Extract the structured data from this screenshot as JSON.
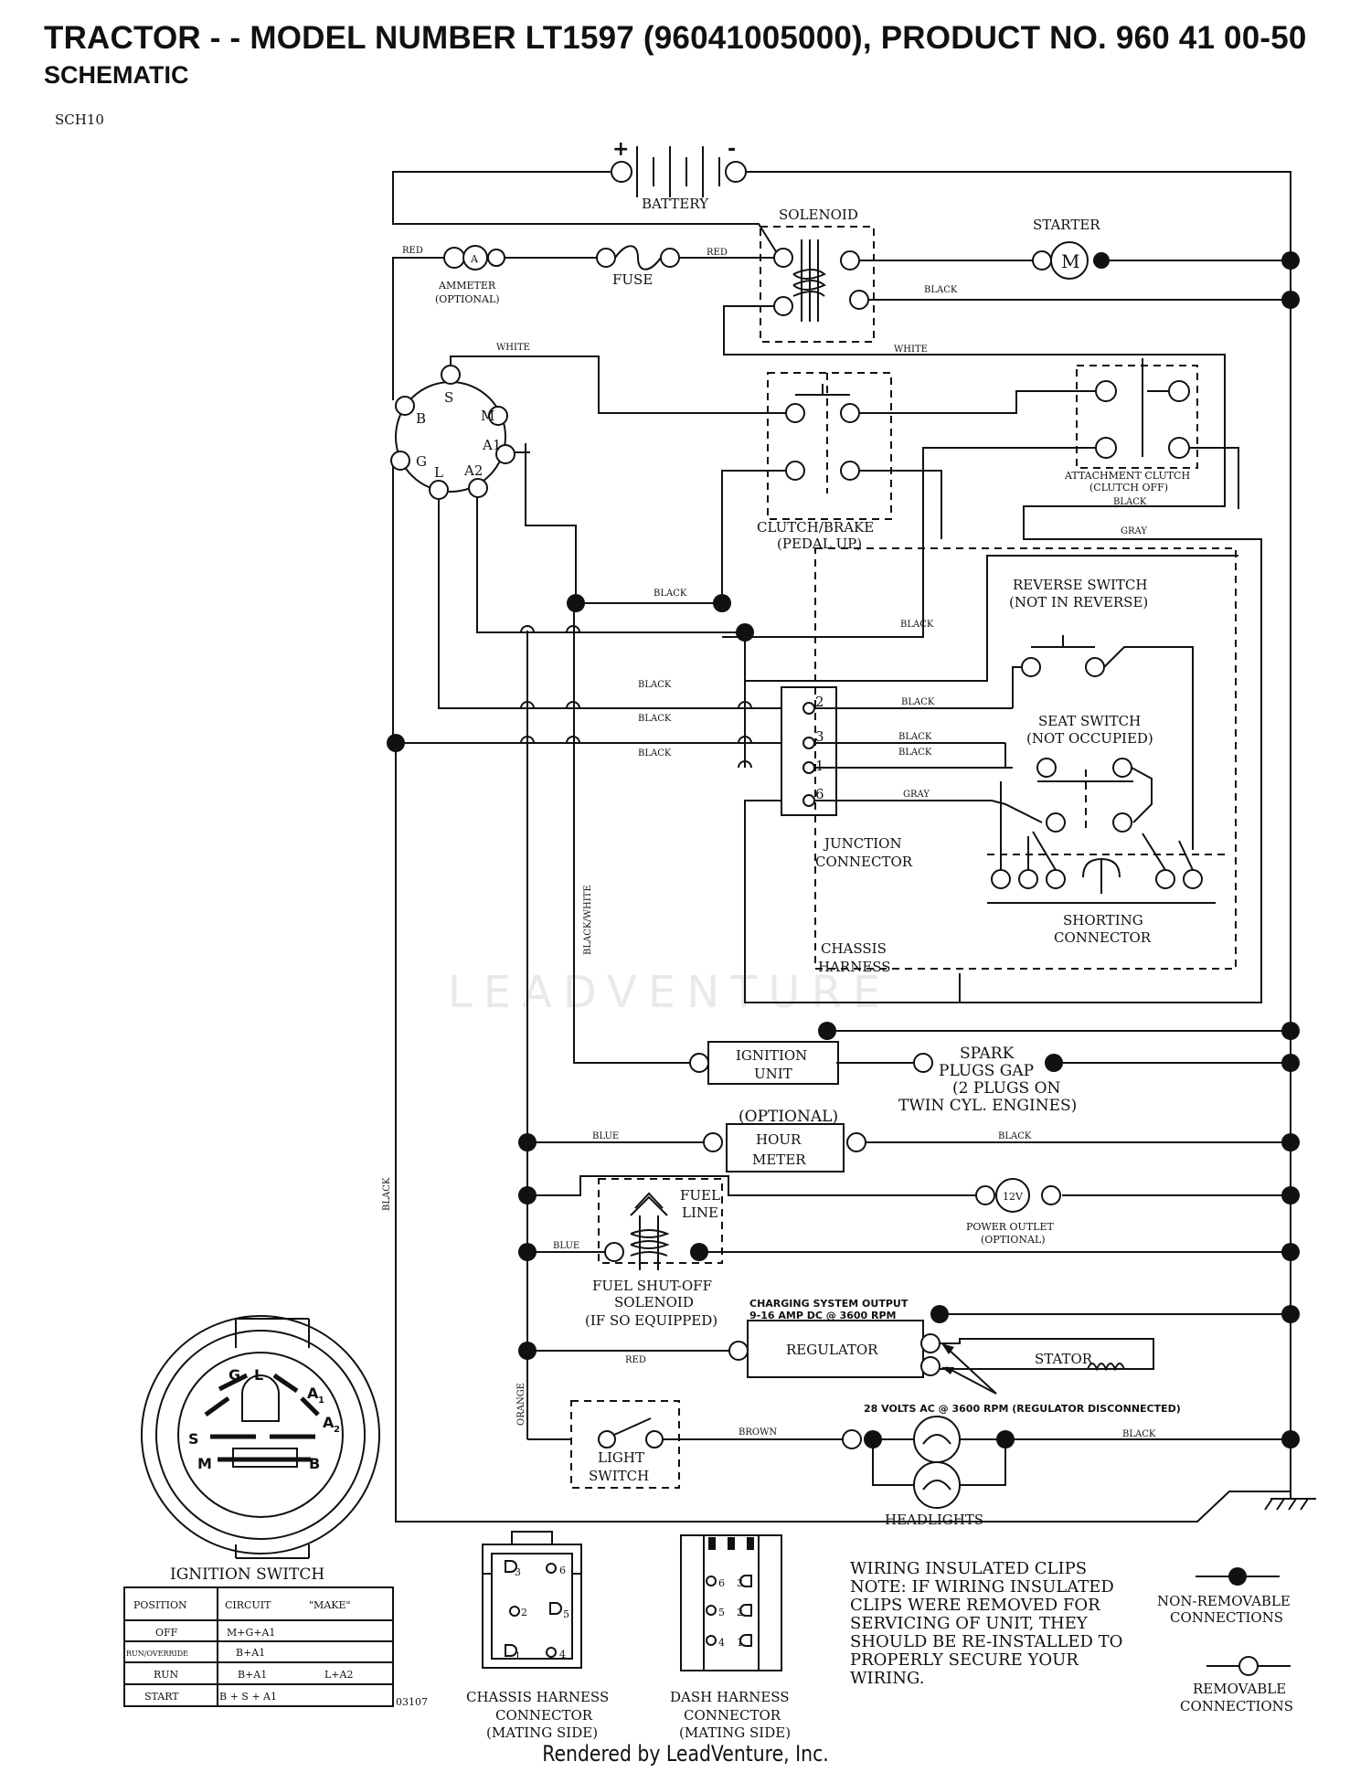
{
  "header": {
    "title": "TRACTOR - - MODEL NUMBER LT1597 (96041005000), PRODUCT NO. 960 41 00-50",
    "subtitle": "SCHEMATIC",
    "code": "SCH10"
  },
  "components": {
    "battery": "BATTERY",
    "battery_plus": "+",
    "battery_minus": "-",
    "solenoid": "SOLENOID",
    "starter": "STARTER",
    "starter_symbol": "M",
    "ammeter_symbol": "A",
    "ammeter_1": "AMMETER",
    "ammeter_2": "(OPTIONAL)",
    "fuse": "FUSE",
    "clutch_brake_1": "CLUTCH/BRAKE",
    "clutch_brake_2": "(PEDAL UP)",
    "attach_clutch_1": "ATTACHMENT CLUTCH",
    "attach_clutch_2": "(CLUTCH OFF)",
    "reverse_1": "REVERSE SWITCH",
    "reverse_2": "(NOT IN REVERSE)",
    "seat_1": "SEAT SWITCH",
    "seat_2": "(NOT OCCUPIED)",
    "junction_1": "JUNCTION",
    "junction_2": "CONNECTOR",
    "shorting_1": "SHORTING",
    "shorting_2": "CONNECTOR",
    "chassis_1": "CHASSIS",
    "chassis_2": "HARNESS",
    "ignition_unit_1": "IGNITION",
    "ignition_unit_2": "UNIT",
    "spark_1": "SPARK",
    "spark_2": "PLUGS GAP",
    "spark_3": "(2 PLUGS ON",
    "spark_4": "TWIN CYL. ENGINES)",
    "hour_opt": "(OPTIONAL)",
    "hour_1": "HOUR",
    "hour_2": "METER",
    "fuel_line_1": "FUEL",
    "fuel_line_2": "LINE",
    "power_symbol": "12V",
    "power_1": "POWER OUTLET",
    "power_2": "(OPTIONAL)",
    "fuel_sol_1": "FUEL SHUT-OFF",
    "fuel_sol_2": "SOLENOID",
    "fuel_sol_3": "(IF SO EQUIPPED)",
    "charging_1": "CHARGING SYSTEM OUTPUT",
    "charging_2": "9-16 AMP DC @ 3600 RPM",
    "regulator": "REGULATOR",
    "stator": "STATOR",
    "volts": "28 VOLTS AC @ 3600 RPM (REGULATOR DISCONNECTED)",
    "light_1": "LIGHT",
    "light_2": "SWITCH",
    "headlights": "HEADLIGHTS",
    "junction_pins": [
      "2",
      "3",
      "1",
      "6"
    ]
  },
  "ign_switch_terminals": {
    "S": "S",
    "M": "M",
    "A1": "A1",
    "B": "B",
    "G": "G",
    "L": "L",
    "A2": "A2"
  },
  "wire_colors": {
    "red_1": "RED",
    "red_2": "RED",
    "red_3": "RED",
    "black_starter": "BLACK",
    "white_1": "WHITE",
    "white_2": "WHITE",
    "black_attach": "BLACK",
    "gray_1": "GRAY",
    "black_clutch": "BLACK",
    "black_a": "BLACK",
    "black_b": "BLACK",
    "black_c": "BLACK",
    "black_d": "BLACK",
    "black_j2": "BLACK",
    "black_j3": "BLACK",
    "black_j1": "BLACK",
    "gray_j6": "GRAY",
    "black_white": "BLACK/WHITE",
    "black_left": "BLACK",
    "blue_1": "BLUE",
    "blue_2": "BLUE",
    "black_hour": "BLACK",
    "orange": "ORANGE",
    "brown": "BROWN",
    "black_head": "BLACK"
  },
  "ignition_switch": {
    "label": "IGNITION SWITCH",
    "keyface": {
      "G": "G",
      "L": "L",
      "A1": "A",
      "A2": "A",
      "S": "S",
      "M": "M",
      "B": "B",
      "sub1": "1",
      "sub2": "2"
    },
    "headers": [
      "POSITION",
      "CIRCUIT",
      "\"MAKE\""
    ],
    "rows": [
      {
        "position": "OFF",
        "circuit": "M+G+A1",
        "make": ""
      },
      {
        "position": "RUN/OVERRIDE",
        "circuit": "B+A1",
        "make": ""
      },
      {
        "position": "RUN",
        "circuit": "B+A1",
        "make": "L+A2"
      },
      {
        "position": "START",
        "circuit": "B + S + A1",
        "make": ""
      }
    ],
    "ref": "03107"
  },
  "connectors": {
    "chassis_1": "CHASSIS HARNESS",
    "chassis_2": "CONNECTOR",
    "chassis_3": "(MATING SIDE)",
    "dash_1": "DASH HARNESS",
    "dash_2": "CONNECTOR",
    "dash_3": "(MATING SIDE)",
    "chassis_pins": [
      "3",
      "6",
      "2",
      "5",
      "1",
      "4"
    ],
    "dash_pins": [
      "6",
      "3",
      "5",
      "2",
      "4",
      "1"
    ]
  },
  "notes": {
    "lines": [
      "WIRING INSULATED CLIPS",
      "NOTE:  IF WIRING INSULATED",
      "CLIPS WERE REMOVED FOR",
      "SERVICING OF UNIT, THEY",
      "SHOULD BE RE-INSTALLED TO",
      "PROPERLY SECURE YOUR",
      " WIRING."
    ]
  },
  "legend": {
    "nonremovable_1": "NON-REMOVABLE",
    "nonremovable_2": "CONNECTIONS",
    "removable_1": "REMOVABLE",
    "removable_2": "CONNECTIONS"
  },
  "watermark": "LEADVENTURE",
  "footer": "Rendered by LeadVenture, Inc."
}
